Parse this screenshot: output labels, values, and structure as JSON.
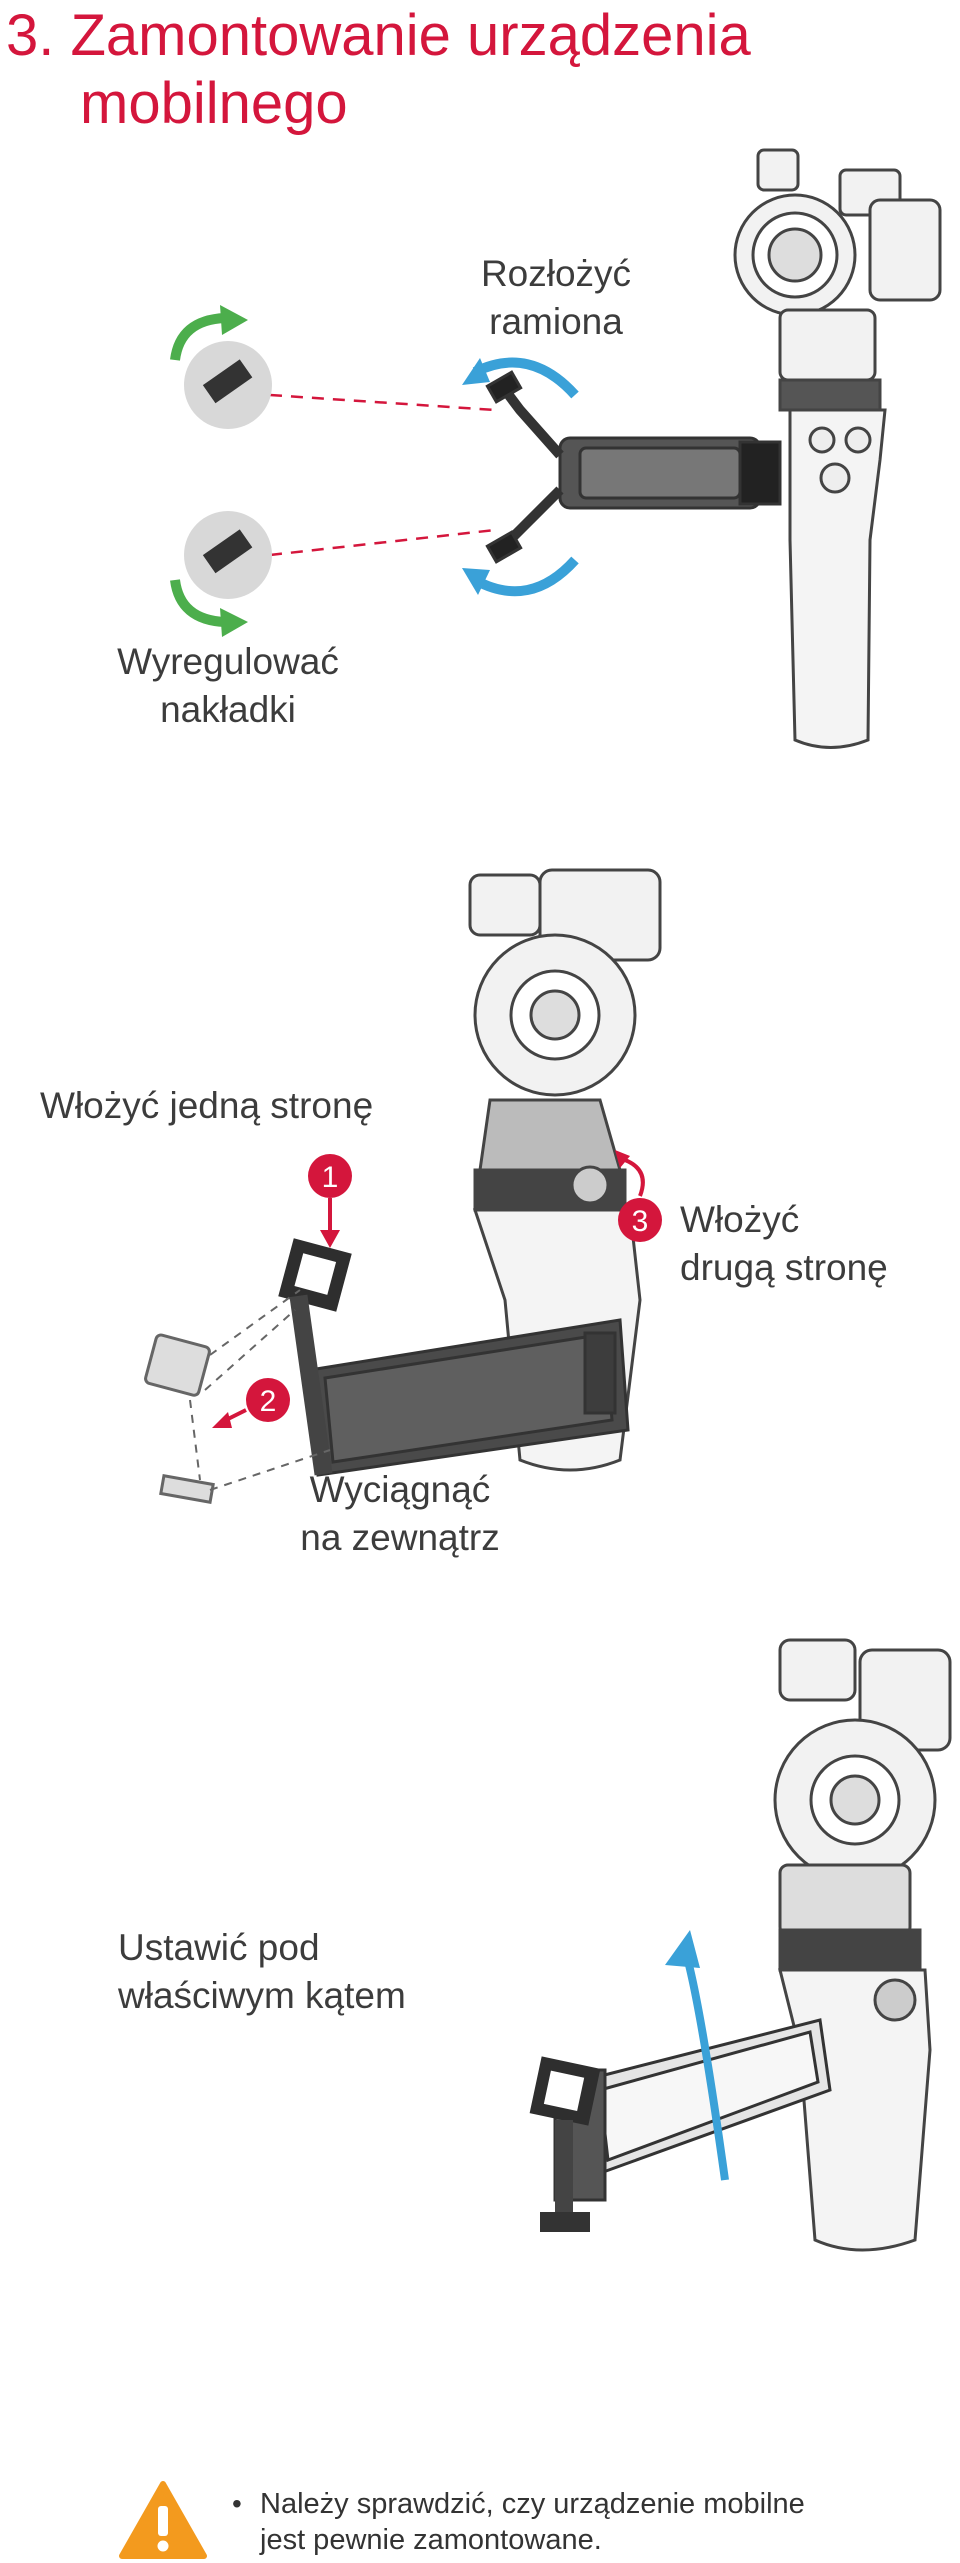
{
  "section": {
    "title_line1": "3. Zamontowanie urządzenia",
    "title_line2": "mobilnego"
  },
  "figure1": {
    "unfold_label_line1": "Rozłożyć",
    "unfold_label_line2": "ramiona",
    "adjust_label_line1": "Wyregulować",
    "adjust_label_line2": "nakładki"
  },
  "figure2": {
    "step1_number": "1",
    "step1_label": "Włożyć jedną stronę",
    "step2_number": "2",
    "step2_label_line1": "Wyciągnąć",
    "step2_label_line2": "na zewnątrz",
    "step3_number": "3",
    "step3_label_line1": "Włożyć",
    "step3_label_line2": "drugą stronę"
  },
  "figure3": {
    "rotate_label_line1": "Ustawić pod",
    "rotate_label_line2": "właściwym kątem"
  },
  "note": {
    "bullet_symbol": "•",
    "text_line1": "Należy sprawdzić, czy urządzenie mobilne",
    "text_line2": "jest pewnie zamontowane.",
    "icon": "warning-triangle-icon"
  },
  "colors": {
    "title": "#d4163c",
    "step_badge": "#d4163c",
    "green_arrow": "#4cae4c",
    "blue_arrow": "#3aa1d8",
    "warning": "#f39a1e",
    "device_dark": "#3a3a3a",
    "device_light": "#e8e8e8"
  }
}
